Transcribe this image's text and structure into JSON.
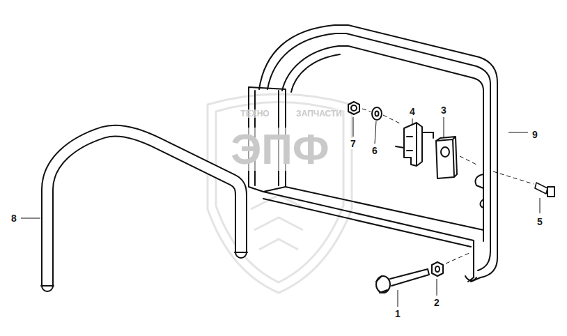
{
  "diagram": {
    "labels": [
      "ТЕХНО",
      "ЗАПЧАСТИ",
      "ЭПФ",
      "4",
      "3",
      "7",
      "6",
      "9",
      "8",
      "5",
      "1",
      "2"
    ]
  }
}
